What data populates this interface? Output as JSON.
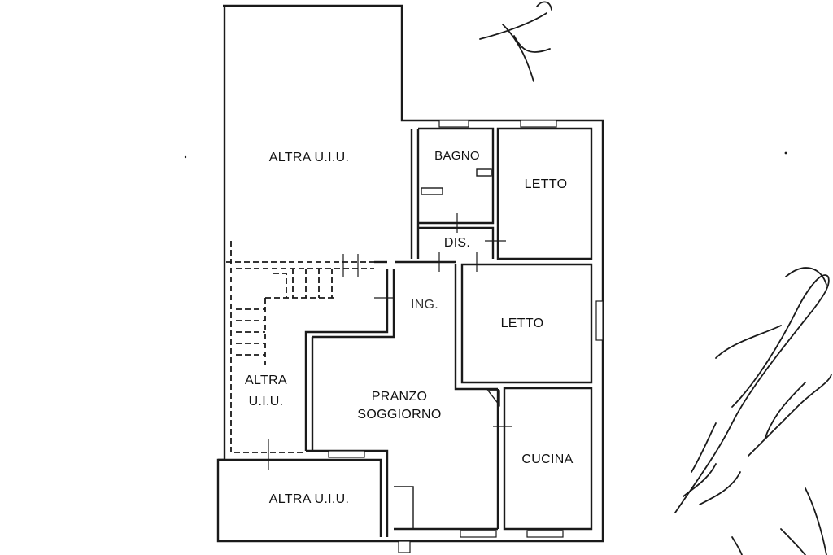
{
  "plan": {
    "rooms": {
      "altra_top": "ALTRA U.I.U.",
      "bagno": "BAGNO",
      "letto_1": "LETTO",
      "dis": "DIS.",
      "ing": "ING.",
      "letto_2": "LETTO",
      "altra_left_line1": "ALTRA",
      "altra_left_line2": "U.I.U.",
      "pranzo_line1": "PRANZO",
      "pranzo_line2": "SOGGIORNO",
      "cucina": "CUCINA",
      "altra_bottom": "ALTRA U.I.U."
    },
    "colors": {
      "ink": "#1a1a1a",
      "paper": "#ffffff"
    }
  }
}
